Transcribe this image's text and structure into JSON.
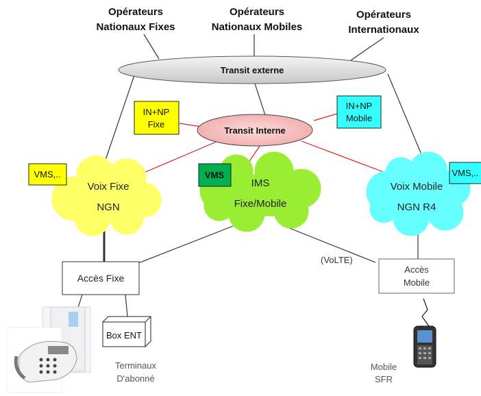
{
  "operators": {
    "fixed": [
      "Opérateurs",
      "Nationaux Fixes"
    ],
    "mobile": [
      "Opérateurs",
      "Nationaux Mobiles"
    ],
    "international": [
      "Opérateurs",
      "Internationaux"
    ]
  },
  "transit": {
    "external": "Transit externe",
    "internal": "Transit Interne"
  },
  "boxes": {
    "in_np_fixe": [
      "IN+NP",
      "Fixe"
    ],
    "in_np_mobile": [
      "IN+NP",
      "Mobile"
    ],
    "vms_fixe": "VMS,..",
    "vms_ims": "VMS",
    "vms_mobile": "VMS,.."
  },
  "clouds": {
    "voix_fixe": [
      "Voix Fixe",
      "NGN"
    ],
    "ims": [
      "IMS",
      "Fixe/Mobile"
    ],
    "voix_mobile": [
      "Voix Mobile",
      "NGN R4"
    ]
  },
  "access": {
    "fixe": "Accès Fixe",
    "mobile": [
      "Accès",
      "Mobile"
    ],
    "volte": "(VoLTE)",
    "box_ent": "Box ENT"
  },
  "terminals": {
    "subscriber": [
      "Terminaux",
      "D'abonné"
    ],
    "mobile": [
      "Mobile",
      "SFR"
    ]
  },
  "colors": {
    "yellow_box": "#ffff00",
    "cyan_box": "#33ffff",
    "green_box": "#00b050",
    "cloud_yellow": "#ffff66",
    "cloud_green": "#99ee33",
    "cloud_cyan": "#66ffff",
    "transit_internal": "#f8c0c0",
    "transit_external": "#dddddd",
    "red_link": "#e02020"
  }
}
